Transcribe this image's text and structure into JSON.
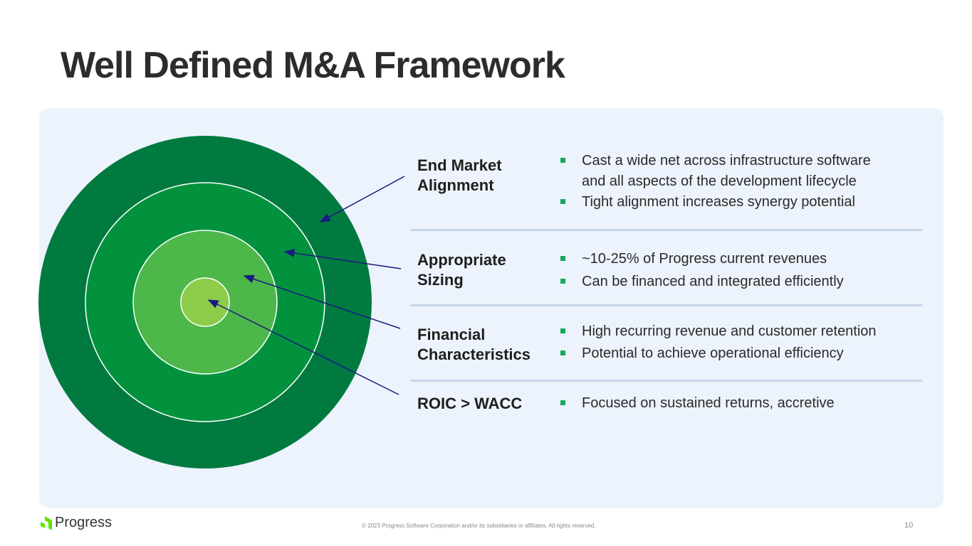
{
  "title": "Well Defined M&A Framework",
  "rows": [
    {
      "label": "End Market Alignment",
      "bullets": [
        "Cast a wide net across infrastructure software and all aspects of the development lifecycle",
        "Tight alignment increases synergy potential"
      ]
    },
    {
      "label": "Appropriate Sizing",
      "bullets": [
        "~10-25% of Progress current revenues",
        "Can be financed and integrated efficiently"
      ]
    },
    {
      "label": "Financial Characteristics",
      "bullets": [
        "High recurring revenue and customer retention",
        "Potential to achieve operational efficiency"
      ]
    },
    {
      "label": "ROIC > WACC",
      "bullets": [
        "Focused on sustained returns, accretive"
      ]
    }
  ],
  "label_lines": [
    [
      "End Market",
      "Alignment"
    ],
    [
      "Appropriate",
      "Sizing"
    ],
    [
      "Financial",
      "Characteristics"
    ],
    [
      "ROIC > WACC"
    ]
  ],
  "bullet_lines": [
    "Cast a wide net across infrastructure software",
    "and all aspects of the development lifecycle"
  ],
  "footer": {
    "logo": "Progress",
    "copyright": "© 2023 Progress Software Corporation and/or its subsidiaries or affiliates. All rights reserved.",
    "page": "10"
  },
  "colors": {
    "ring1": "#017a40",
    "ring2": "#02923e",
    "ring3": "#4db74a",
    "ring4": "#8ccc4a",
    "arrow": "#1a1a80",
    "bullet": "#16a85a"
  }
}
